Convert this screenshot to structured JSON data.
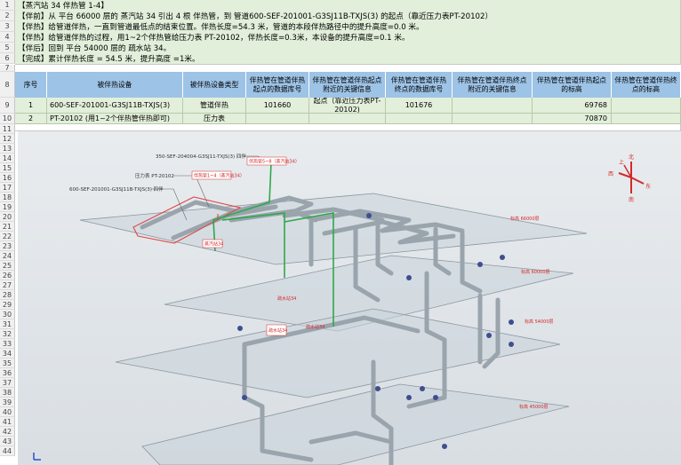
{
  "notes": [
    "【蒸汽站 34  伴热管 1-4】",
    "【伴前】从 平台 66000 层的 蒸汽站 34 引出 4 根 伴热管，到 管道600-SEF-201001-G3SJ11B-TXJS(3) 的起点（靠近压力表PT-20102）",
    "【伴热】给管道伴热，一直到管道最低点的结束位置。伴热长度=54.3 米，管道的本段伴热路径中的提升高度=0.0 米。",
    "【伴热】给管道伴热的过程，用1~2个伴热管给压力表  PT-20102，伴热长度=0.3米，本设备的提升高度=0.1 米。",
    "【伴后】回到  平台 54000 层的 疏水站 34。",
    "【完成】累计伴热长度 = 54.5 米，提升高度 =1米。"
  ],
  "row_numbers": [
    "1",
    "2",
    "3",
    "4",
    "5",
    "6",
    "7",
    "8",
    "9",
    "10",
    "11",
    "12",
    "13",
    "14",
    "15",
    "16",
    "17",
    "18",
    "19",
    "20",
    "21",
    "22",
    "23",
    "24",
    "25",
    "26",
    "27",
    "28",
    "29",
    "30",
    "31",
    "32",
    "33",
    "34",
    "35",
    "36",
    "37",
    "38",
    "39",
    "40",
    "41",
    "42",
    "43",
    "44"
  ],
  "table": {
    "headers": [
      "序号",
      "被伴热设备",
      "被伴热设备类型",
      "伴热管在管道伴热起点的数据库号",
      "伴热管在管道伴热起点附近的关键信息",
      "伴热管在管道伴热终点的数据库号",
      "伴热管在管道伴热终点附近的关键信息",
      "伴热管在管道伴热起点的标高",
      "伴热管在管道伴热终点的标高"
    ],
    "rows": [
      [
        "1",
        "600-SEF-201001-G3SJ11B-TXJS(3)",
        "管道伴热",
        "101660",
        "起点（靠近压力表PT-20102)",
        "101676",
        "",
        "69768",
        ""
      ],
      [
        "2",
        "PT-20102  (用1~2个伴热管伴热即可)",
        "压力表",
        "",
        "",
        "",
        "",
        "70870",
        ""
      ]
    ]
  },
  "drawing": {
    "callouts": [
      "350-SEF-204004-G3SJ11-TXJS(3)  四伴",
      "压力表 PT-20102",
      "600-SEF-201001-G3SJ11B-TXJS(3)  四伴"
    ],
    "red_labels": [
      "伴热管5~8（蒸汽站34）",
      "伴热管1~4（蒸汽站34）",
      "蒸汽站34",
      "疏水站34",
      "疏水站34",
      "疏水站34"
    ],
    "level_labels": [
      "标高 66000层",
      "标高 60000层",
      "标高 54000层",
      "标高 45000层"
    ],
    "compass": {
      "north": "北",
      "south": "南",
      "west": "西",
      "east": "东",
      "up": "上"
    }
  }
}
